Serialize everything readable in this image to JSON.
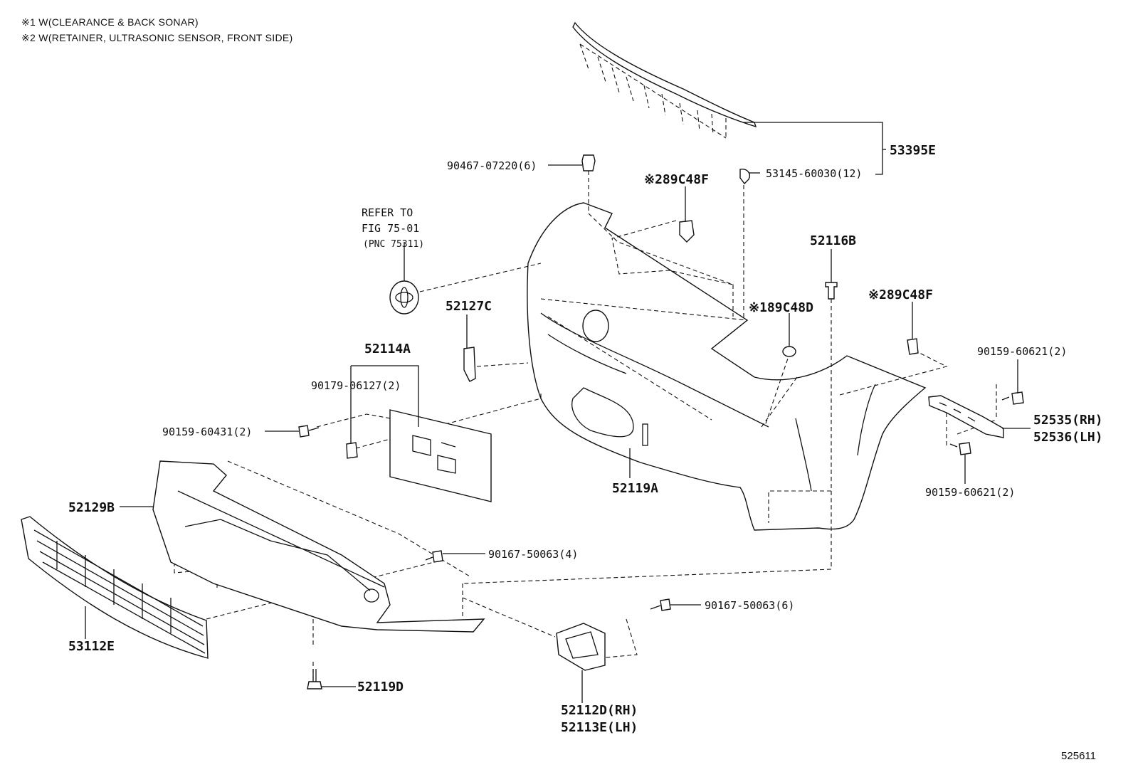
{
  "notes": [
    "※1 W(CLEARANCE & BACK SONAR)",
    "※2 W(RETAINER, ULTRASONIC SENSOR, FRONT SIDE)"
  ],
  "figure_number": "525611",
  "labels": {
    "p53395E": "53395E",
    "p53145": "53145-60030(12)",
    "p90467": "90467-07220(6)",
    "p89C48F_top": "※289C48F",
    "p89C48F_right": "※289C48F",
    "p89C48D": "※189C48D",
    "p52116B": "52116B",
    "refer1": "REFER TO",
    "refer2": "FIG 75-01",
    "refer3": "(PNC 75311)",
    "p52127C": "52127C",
    "p52114A": "52114A",
    "p90179": "90179-06127(2)",
    "p90159_60431": "90159-60431(2)",
    "p90159_60621_top": "90159-60621(2)",
    "p52535": "52535(RH)",
    "p52536": "52536(LH)",
    "p90159_60621_bot": "90159-60621(2)",
    "p52119A": "52119A",
    "p52129B": "52129B",
    "p90167_4": "90167-50063(4)",
    "p90167_6": "90167-50063(6)",
    "p53112E": "53112E",
    "p52119D": "52119D",
    "p52112D": "52112D(RH)",
    "p52113E": "52113E(LH)"
  }
}
